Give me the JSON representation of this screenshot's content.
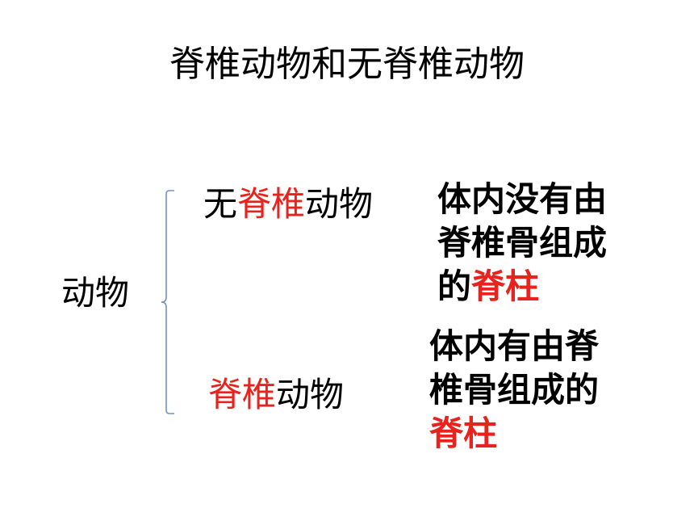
{
  "slide": {
    "title": "脊椎动物和无脊椎动物",
    "root": {
      "label": "动物"
    },
    "invertebrate": {
      "prefix": "无",
      "highlight": "脊椎",
      "suffix": "动物",
      "description": {
        "line1": "体内没有由",
        "line2": "脊椎骨组成",
        "line3_plain": "的",
        "line3_highlight": "脊柱"
      }
    },
    "vertebrate": {
      "highlight": "脊椎",
      "suffix": "动物",
      "description": {
        "line1": "体内有由脊",
        "line2": "椎骨组成的",
        "line3_highlight": "脊柱"
      }
    },
    "colors": {
      "highlight": "#e8231d",
      "brace": "#6f93c9",
      "text": "#000000",
      "background": "#ffffff"
    }
  }
}
